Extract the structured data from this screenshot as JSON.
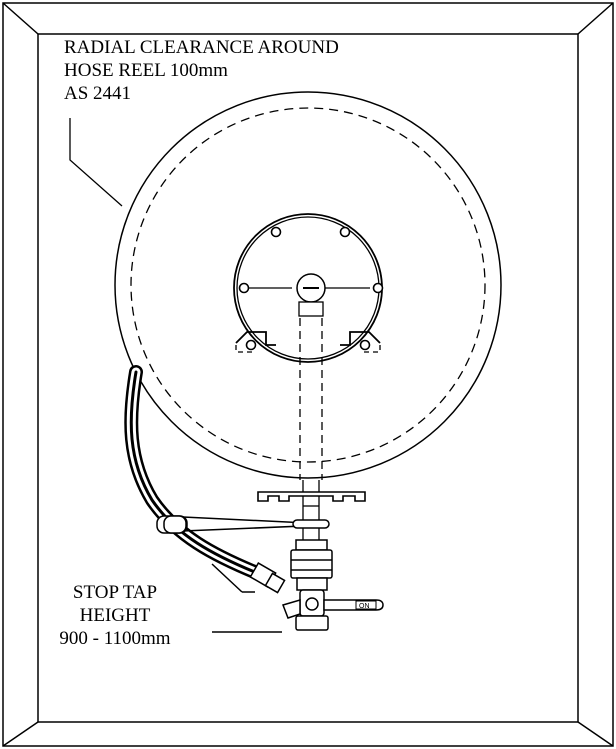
{
  "diagram": {
    "clearance_note": {
      "line1": "RADIAL CLEARANCE AROUND",
      "line2": "HOSE REEL 100mm",
      "line3": "AS 2441"
    },
    "stop_tap_note": {
      "line1": "STOP TAP",
      "line2": "HEIGHT",
      "line3": "900 - 1100mm"
    },
    "valve_label": "ON"
  }
}
